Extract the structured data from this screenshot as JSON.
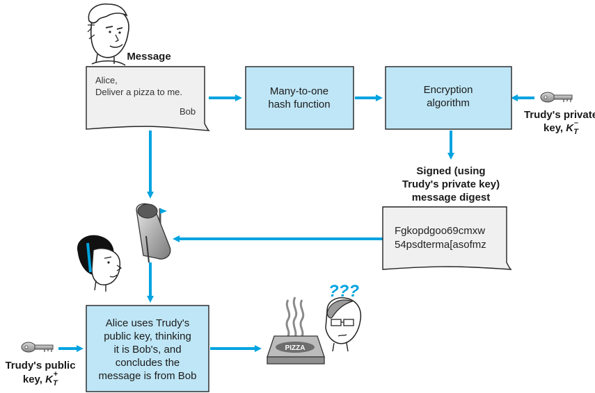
{
  "message_label": "Message",
  "message_doc": {
    "line1": "Alice,",
    "line2": "Deliver a pizza to me.",
    "signature": "Bob"
  },
  "hash_box": {
    "line1": "Many-to-one",
    "line2": "hash function"
  },
  "encryption_box": {
    "line1": "Encryption",
    "line2": "algorithm"
  },
  "private_key_label": {
    "line1": "Trudy's private",
    "line2_prefix": "key, ",
    "key_symbol": "K",
    "key_sub": "T",
    "key_sup": "–"
  },
  "signed_label": {
    "line1": "Signed (using",
    "line2": "Trudy's private key)",
    "line3": "message digest"
  },
  "digest_doc": {
    "line1": "Fgkopdgoo69cmxw",
    "line2": "54psdterma[asofmz"
  },
  "alice_box": {
    "line1": "Alice uses Trudy's",
    "line2": "public key, thinking",
    "line3": "it is Bob's, and",
    "line4": "concludes the",
    "line5": "message is from Bob"
  },
  "public_key_label": {
    "line1": "Trudy's public",
    "line2_prefix": "key, ",
    "key_symbol": "K",
    "key_sub": "T",
    "key_sup": "+"
  },
  "pizza_label": "PIZZA",
  "question_marks": "???",
  "colors": {
    "arrow": "#00a3e0",
    "box_fill": "#bfe6f6",
    "doc_fill": "#f0f0f0"
  }
}
